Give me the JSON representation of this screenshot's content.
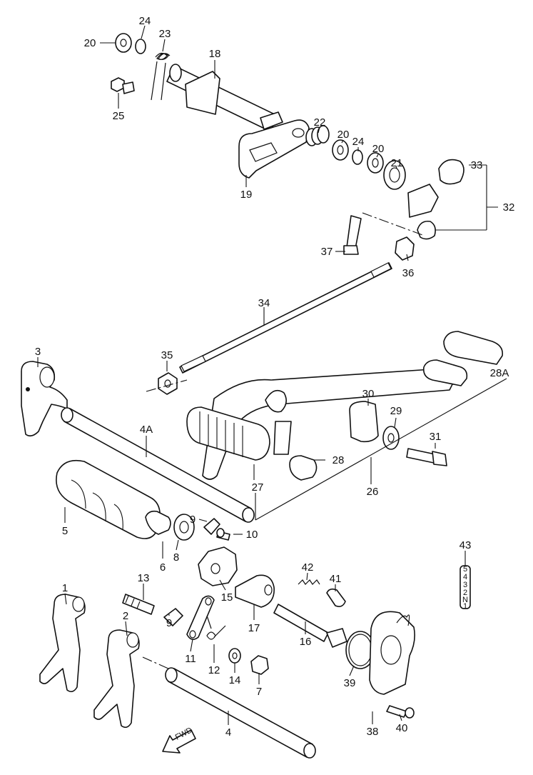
{
  "callouts": [
    {
      "id": "c20a",
      "text": "20"
    },
    {
      "id": "c24a",
      "text": "24"
    },
    {
      "id": "c23",
      "text": "23"
    },
    {
      "id": "c18",
      "text": "18"
    },
    {
      "id": "c25",
      "text": "25"
    },
    {
      "id": "c22",
      "text": "22"
    },
    {
      "id": "c20b",
      "text": "20"
    },
    {
      "id": "c24b",
      "text": "24"
    },
    {
      "id": "c20c",
      "text": "20"
    },
    {
      "id": "c21",
      "text": "21"
    },
    {
      "id": "c33",
      "text": "33"
    },
    {
      "id": "c32",
      "text": "32"
    },
    {
      "id": "c19",
      "text": "19"
    },
    {
      "id": "c37",
      "text": "37"
    },
    {
      "id": "c36",
      "text": "36"
    },
    {
      "id": "c34",
      "text": "34"
    },
    {
      "id": "c3",
      "text": "3"
    },
    {
      "id": "c35",
      "text": "35"
    },
    {
      "id": "c28A",
      "text": "28A"
    },
    {
      "id": "c30",
      "text": "30"
    },
    {
      "id": "c29",
      "text": "29"
    },
    {
      "id": "c4A",
      "text": "4A"
    },
    {
      "id": "c31",
      "text": "31"
    },
    {
      "id": "c28",
      "text": "28"
    },
    {
      "id": "c27",
      "text": "27"
    },
    {
      "id": "c26",
      "text": "26"
    },
    {
      "id": "c9a",
      "text": "9"
    },
    {
      "id": "c10",
      "text": "10"
    },
    {
      "id": "c5",
      "text": "5"
    },
    {
      "id": "c6",
      "text": "6"
    },
    {
      "id": "c8",
      "text": "8"
    },
    {
      "id": "c43",
      "text": "43"
    },
    {
      "id": "c42",
      "text": "42"
    },
    {
      "id": "c13",
      "text": "13"
    },
    {
      "id": "c15",
      "text": "15"
    },
    {
      "id": "c41",
      "text": "41"
    },
    {
      "id": "c1",
      "text": "1"
    },
    {
      "id": "c2",
      "text": "2"
    },
    {
      "id": "c17",
      "text": "17"
    },
    {
      "id": "c9b",
      "text": "9"
    },
    {
      "id": "c16",
      "text": "16"
    },
    {
      "id": "c11",
      "text": "11"
    },
    {
      "id": "c12",
      "text": "12"
    },
    {
      "id": "c14",
      "text": "14"
    },
    {
      "id": "c7",
      "text": "7"
    },
    {
      "id": "c39",
      "text": "39"
    },
    {
      "id": "c38",
      "text": "38"
    },
    {
      "id": "c40",
      "text": "40"
    },
    {
      "id": "c4",
      "text": "4"
    }
  ],
  "gear_indicator": {
    "text": "5·4·3·2·N·1"
  },
  "fwd_arrow": {
    "text": "FWD"
  }
}
